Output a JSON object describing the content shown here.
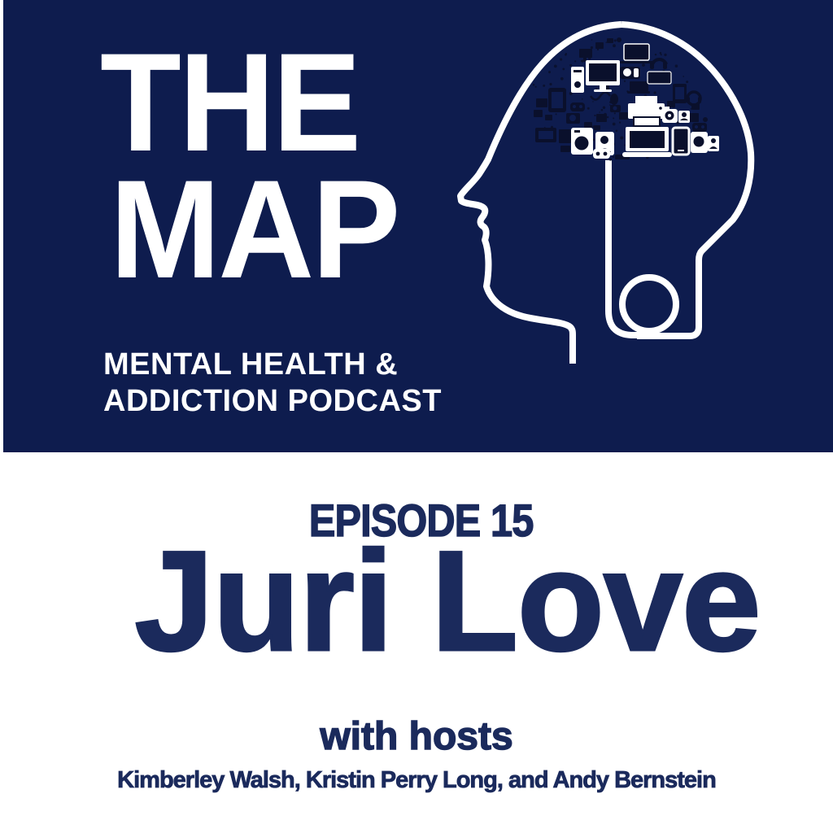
{
  "colors": {
    "banner_bg": "#0E1C4E",
    "banner_text": "#FFFFFF",
    "footer_text": "#1B2A5C",
    "icon_dark": "#0A102C"
  },
  "banner": {
    "title_line1": "THE",
    "title_line2": "MAP",
    "subtitle_line1": "MENTAL HEALTH &",
    "subtitle_line2": "ADDICTION PODCAST",
    "artwork_icon": "head-profile-with-device-brain-and-earbud-cord-icon"
  },
  "footer": {
    "episode_label": "EPISODE 15",
    "guest_name": "Juri Love",
    "hosts_intro": "with hosts",
    "hosts_names": "Kimberley Walsh, Kristin Perry Long, and Andy Bernstein"
  }
}
